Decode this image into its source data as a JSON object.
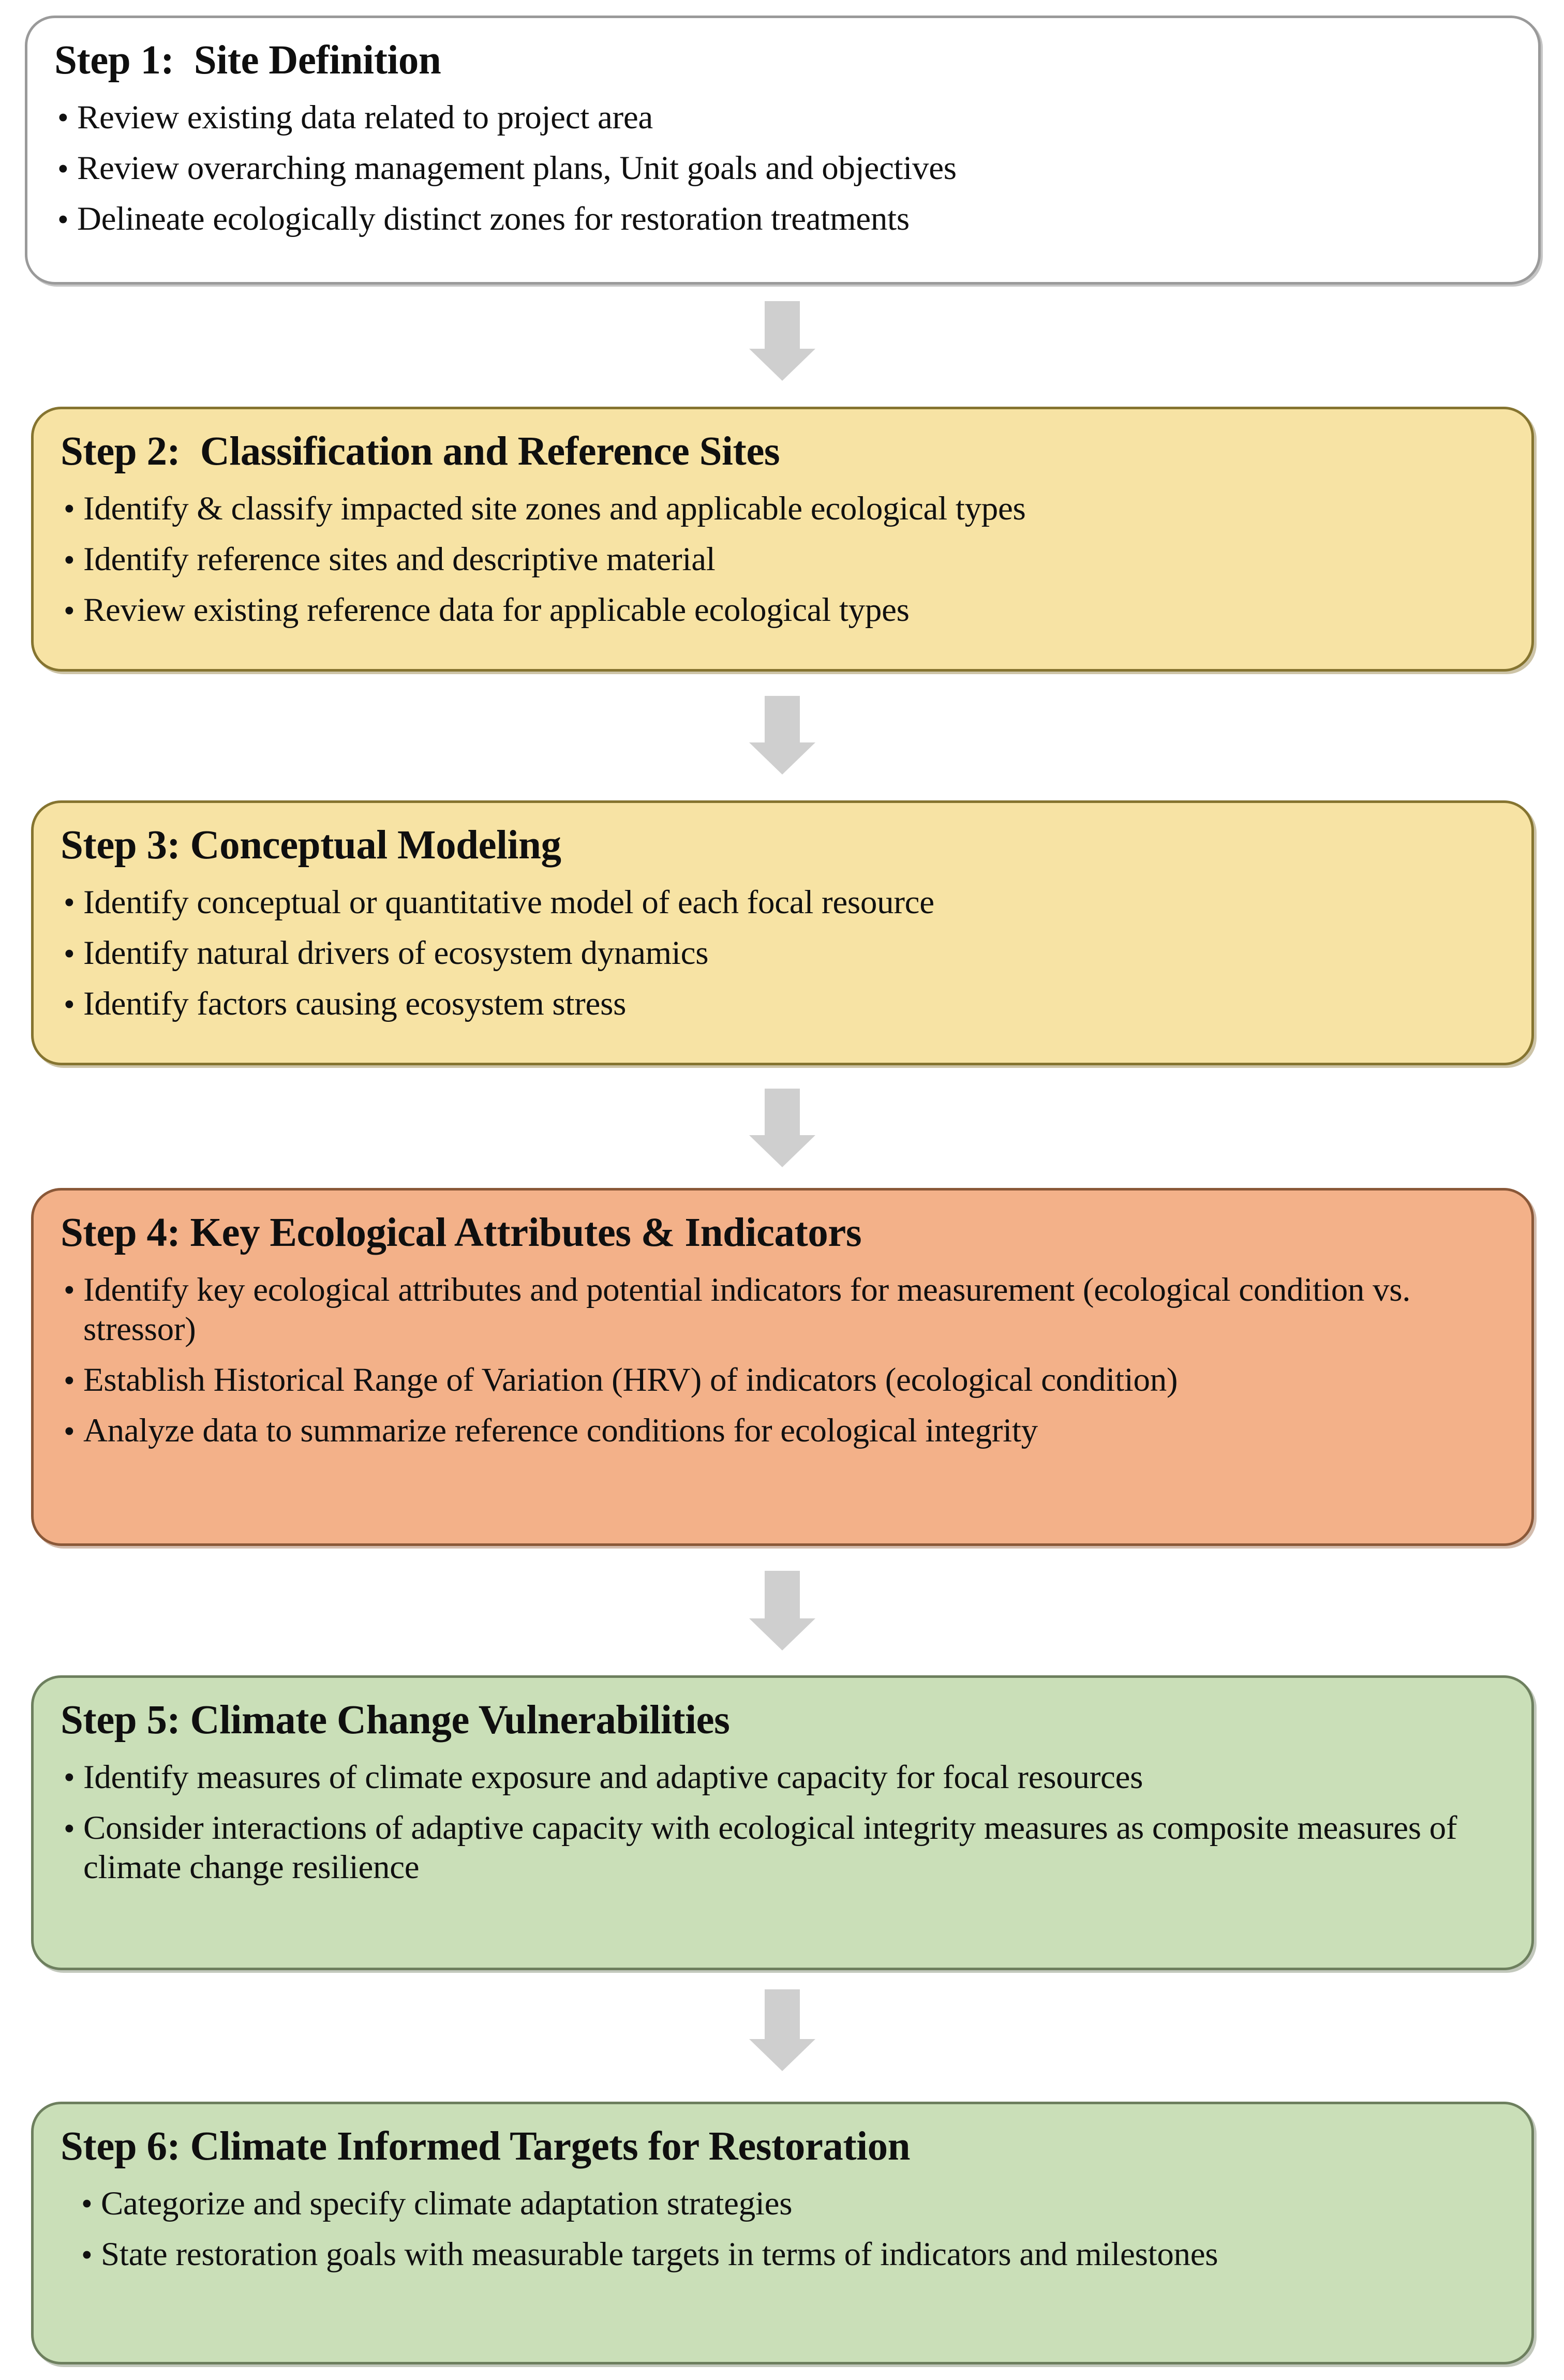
{
  "diagram": {
    "title_semantic": "six-step-climate-informed-restoration-framework",
    "colors": {
      "box_white_fill": "#ffffff",
      "box_white_border": "#9a9a9a",
      "box_yellow_fill": "#f7e3a4",
      "box_yellow_border": "#857430",
      "box_orange_fill": "#f3b189",
      "box_orange_border": "#8a5838",
      "box_green_fill": "#cadfb8",
      "box_green_border": "#6d7f5e",
      "arrow_fill": "#cfcfcf",
      "text": "#101010"
    },
    "bullet_glyph": "•",
    "steps": [
      {
        "id": "step-1",
        "title": "Step 1:  Site Definition",
        "color": "white",
        "bullets": [
          "Review existing data related to project area",
          "Review overarching management plans, Unit goals and objectives",
          "Delineate ecologically distinct zones for restoration treatments"
        ]
      },
      {
        "id": "step-2",
        "title": "Step 2:  Classification and Reference Sites",
        "color": "yellow",
        "bullets": [
          "Identify & classify impacted site zones and applicable ecological types",
          "Identify reference sites and descriptive material",
          "Review existing reference data for applicable ecological types"
        ]
      },
      {
        "id": "step-3",
        "title": "Step 3: Conceptual Modeling",
        "color": "yellow",
        "bullets": [
          "Identify conceptual or quantitative model of each focal resource",
          "Identify natural drivers of ecosystem dynamics",
          "Identify factors causing ecosystem stress"
        ]
      },
      {
        "id": "step-4",
        "title": "Step 4: Key Ecological Attributes & Indicators",
        "color": "orange",
        "bullets": [
          "Identify key ecological attributes and potential indicators for measurement (ecological condition vs. stressor)",
          "Establish Historical Range of Variation (HRV) of indicators (ecological condition)",
          "Analyze data to summarize reference conditions for ecological integrity"
        ]
      },
      {
        "id": "step-5",
        "title": "Step 5: Climate Change Vulnerabilities",
        "color": "green",
        "bullets": [
          "Identify measures of climate exposure and adaptive capacity for focal resources",
          "Consider interactions of adaptive capacity with ecological integrity measures as composite measures of climate change resilience"
        ]
      },
      {
        "id": "step-6",
        "title": "Step 6: Climate Informed Targets for Restoration",
        "color": "green",
        "bullets": [
          "Categorize and specify climate adaptation strategies",
          "State restoration goals with measurable targets in terms of indicators and milestones"
        ]
      }
    ],
    "connectors": [
      {
        "id": "arrow-1-to-2",
        "from": "step-1",
        "to": "step-2",
        "direction": "down"
      },
      {
        "id": "arrow-2-to-3",
        "from": "step-2",
        "to": "step-3",
        "direction": "down"
      },
      {
        "id": "arrow-3-to-4",
        "from": "step-3",
        "to": "step-4",
        "direction": "down"
      },
      {
        "id": "arrow-4-to-5",
        "from": "step-4",
        "to": "step-5",
        "direction": "down"
      },
      {
        "id": "arrow-5-to-6",
        "from": "step-5",
        "to": "step-6",
        "direction": "down"
      }
    ]
  }
}
